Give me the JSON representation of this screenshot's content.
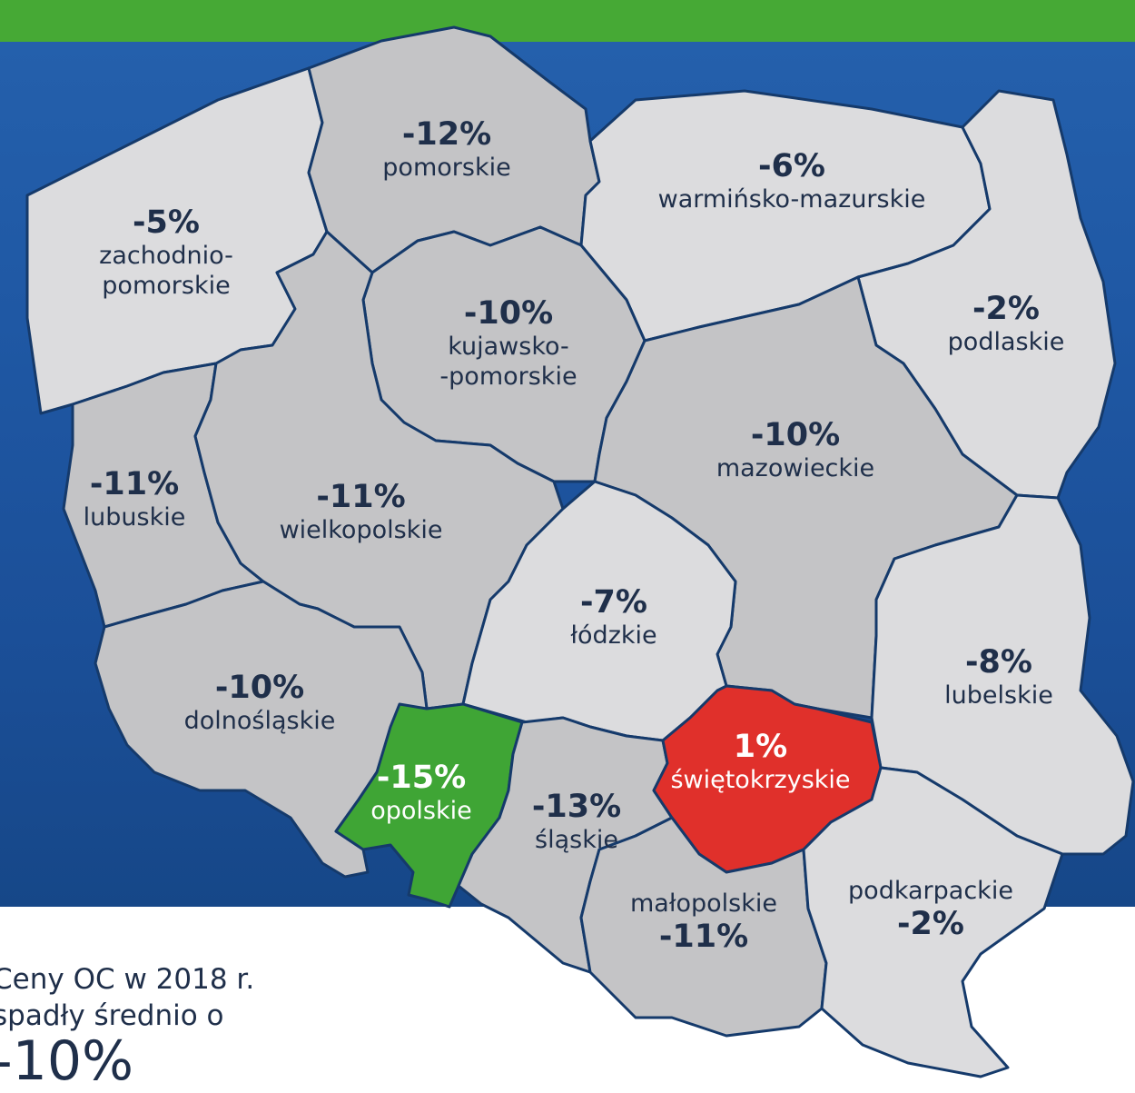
{
  "colors": {
    "background_top": "#46a935",
    "background_main": "#1f58a4",
    "region_light": "#dcdcde",
    "region_dark": "#c4c4c6",
    "region_lowest": "#3fa535",
    "region_increase": "#e0302b",
    "border": "#153a6b"
  },
  "regions": [
    {
      "name": "zachodnio-\npomorskie",
      "change": "-5%",
      "value": -5
    },
    {
      "name": "pomorskie",
      "change": "-12%",
      "value": -12
    },
    {
      "name": "warmińsko-mazurskie",
      "change": "-6%",
      "value": -6
    },
    {
      "name": "podlaskie",
      "change": "-2%",
      "value": -2
    },
    {
      "name": "kujawsko-\n-pomorskie",
      "change": "-10%",
      "value": -10
    },
    {
      "name": "mazowieckie",
      "change": "-10%",
      "value": -10
    },
    {
      "name": "lubuskie",
      "change": "-11%",
      "value": -11
    },
    {
      "name": "wielkopolskie",
      "change": "-11%",
      "value": -11
    },
    {
      "name": "łódzkie",
      "change": "-7%",
      "value": -7
    },
    {
      "name": "lubelskie",
      "change": "-8%",
      "value": -8
    },
    {
      "name": "dolnośląskie",
      "change": "-10%",
      "value": -10
    },
    {
      "name": "opolskie",
      "change": "-15%",
      "value": -15
    },
    {
      "name": "śląskie",
      "change": "-13%",
      "value": -13
    },
    {
      "name": "świętokrzyskie",
      "change": "1%",
      "value": 1
    },
    {
      "name": "małopolskie",
      "change": "-11%",
      "value": -11
    },
    {
      "name": "podkarpackie",
      "change": "-2%",
      "value": -2
    }
  ],
  "footer": {
    "line1": "Ceny OC w 2018 r.",
    "line2": "spadły średnio o",
    "value": "-10%"
  }
}
